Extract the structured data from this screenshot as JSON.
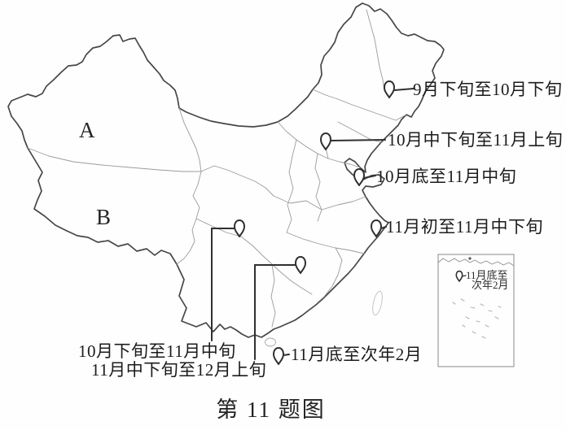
{
  "figure": {
    "caption": "第 11 题图"
  },
  "map": {
    "region_marks": {
      "a": "A",
      "b": "B"
    },
    "annotations": {
      "northeast": "9月下旬至10月下旬",
      "north_china": "10月中下旬至11月上旬",
      "shandong": "10月底至11月中旬",
      "yangtze_delta": "11月初至11月中下旬",
      "sichuan": "10月下旬至11月中旬",
      "south_central": "11月中下旬至12月上旬",
      "south_coast": "11月底至次年2月",
      "inset_line1": "11月底至",
      "inset_line2": "次年2月"
    },
    "colors": {
      "national_border": "#474747",
      "province_border": "#9b9b9b",
      "pin_stroke": "#303030",
      "text": "#1c1c1c"
    }
  }
}
